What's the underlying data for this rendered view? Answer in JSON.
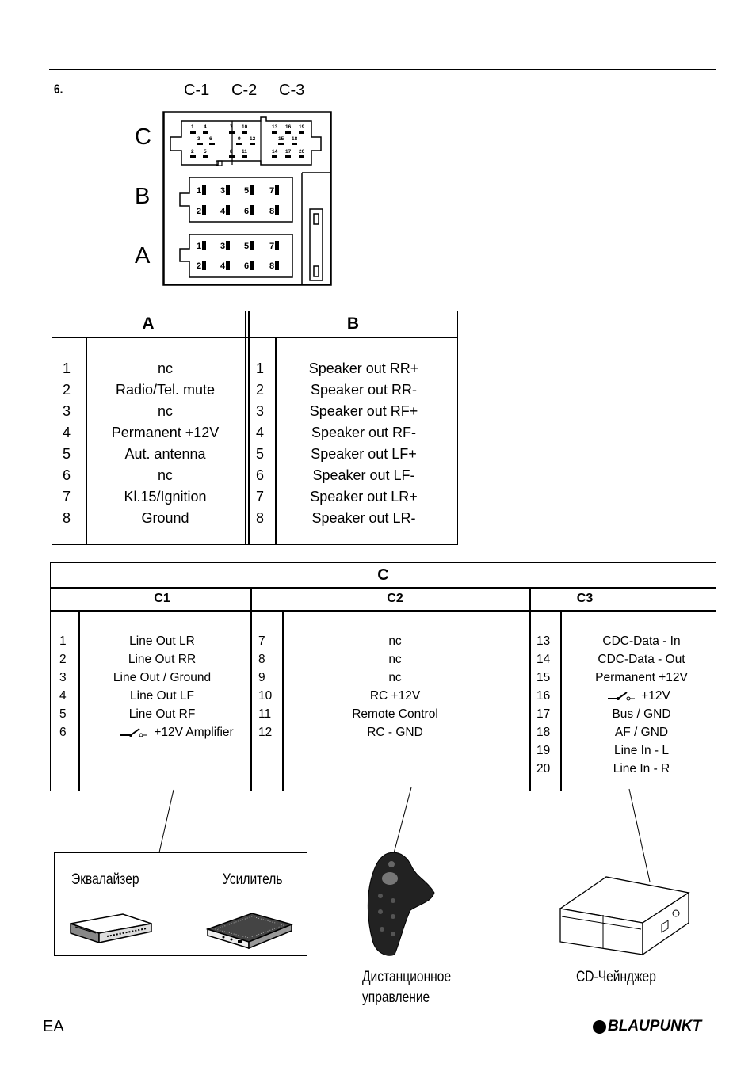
{
  "step": "6.",
  "connector": {
    "column_labels": [
      "C-1",
      "C-2",
      "C-3"
    ],
    "row_labels": [
      "C",
      "B",
      "A"
    ],
    "c_pins": [
      "1",
      "4",
      "7",
      "10",
      "13",
      "16",
      "19",
      "3",
      "6",
      "9",
      "12",
      "15",
      "18",
      "2",
      "5",
      "8",
      "11",
      "14",
      "17",
      "20"
    ],
    "ab_pins": [
      "1",
      "3",
      "5",
      "7",
      "2",
      "4",
      "6",
      "8"
    ]
  },
  "table_ab": {
    "header_a": "A",
    "header_b": "B",
    "a_numbers": [
      "1",
      "2",
      "3",
      "4",
      "5",
      "6",
      "7",
      "8"
    ],
    "a_values": [
      "nc",
      "Radio/Tel. mute",
      "nc",
      "Permanent +12V",
      "Aut. antenna",
      "nc",
      "Kl.15/Ignition",
      "Ground"
    ],
    "b_numbers": [
      "1",
      "2",
      "3",
      "4",
      "5",
      "6",
      "7",
      "8"
    ],
    "b_values": [
      "Speaker out RR+",
      "Speaker out RR-",
      "Speaker out RF+",
      "Speaker out RF-",
      "Speaker out LF+",
      "Speaker out LF-",
      "Speaker out LR+",
      "Speaker out LR-"
    ]
  },
  "table_c": {
    "header": "C",
    "c1_header": "C1",
    "c2_header": "C2",
    "c3_header": "C3",
    "c1_numbers": [
      "1",
      "2",
      "3",
      "4",
      "5",
      "6"
    ],
    "c1_values": [
      "Line Out LR",
      "Line Out RR",
      "Line Out / Ground",
      "Line Out LF",
      "Line Out RF",
      "+12V Amplifier"
    ],
    "c2_numbers": [
      "7",
      "8",
      "9",
      "10",
      "11",
      "12"
    ],
    "c2_values": [
      "nc",
      "nc",
      "nc",
      "RC +12V",
      "Remote Control",
      "RC - GND"
    ],
    "c3_numbers": [
      "13",
      "14",
      "15",
      "16",
      "17",
      "18",
      "19",
      "20"
    ],
    "c3_values": [
      "CDC-Data - In",
      "CDC-Data - Out",
      "Permanent +12V",
      "+12V",
      "Bus / GND",
      "AF / GND",
      "Line In - L",
      "Line In - R"
    ]
  },
  "devices": {
    "equalizer": "Эквалайзер",
    "amplifier": "Усилитель",
    "remote_line1": "Дистанционное",
    "remote_line2": "управление",
    "cd_changer": "CD-Чейнджер"
  },
  "footer": {
    "page_code": "EA",
    "brand": "BLAUPUNKT"
  }
}
